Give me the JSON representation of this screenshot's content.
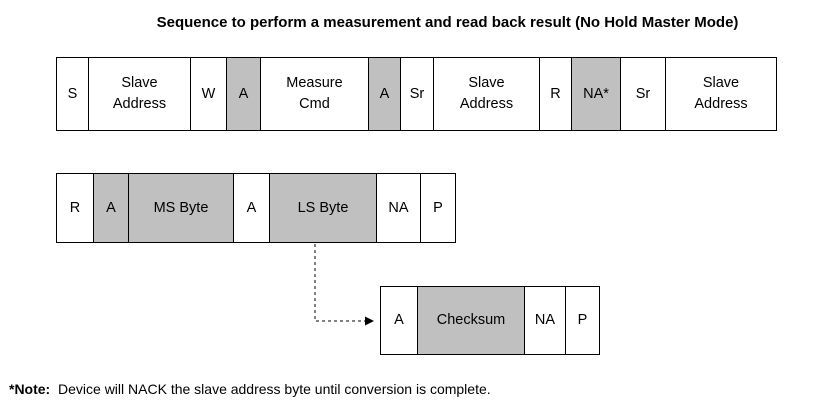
{
  "title": "Sequence to perform a measurement and read back result (No Hold Master Mode)",
  "row1": [
    {
      "label": "S",
      "shaded": false
    },
    {
      "label": "Slave\nAddress",
      "shaded": false
    },
    {
      "label": "W",
      "shaded": false
    },
    {
      "label": "A",
      "shaded": true
    },
    {
      "label": "Measure\nCmd",
      "shaded": false
    },
    {
      "label": "A",
      "shaded": true
    },
    {
      "label": "Sr",
      "shaded": false
    },
    {
      "label": "Slave\nAddress",
      "shaded": false
    },
    {
      "label": "R",
      "shaded": false
    },
    {
      "label": "NA*",
      "shaded": true
    },
    {
      "label": "Sr",
      "shaded": false
    },
    {
      "label": "Slave\nAddress",
      "shaded": false
    }
  ],
  "row2": [
    {
      "label": "R",
      "shaded": false
    },
    {
      "label": "A",
      "shaded": true
    },
    {
      "label": "MS Byte",
      "shaded": true
    },
    {
      "label": "A",
      "shaded": false
    },
    {
      "label": "LS Byte",
      "shaded": true
    },
    {
      "label": "NA",
      "shaded": false
    },
    {
      "label": "P",
      "shaded": false
    }
  ],
  "row3": [
    {
      "label": "A",
      "shaded": false
    },
    {
      "label": "Checksum",
      "shaded": true
    },
    {
      "label": "NA",
      "shaded": false
    },
    {
      "label": "P",
      "shaded": false
    }
  ],
  "note": {
    "prefix": "*Note:",
    "text": "Device will NACK the slave address byte until conversion is complete."
  },
  "colors": {
    "shaded": "#c0c0c0",
    "border": "#000000"
  }
}
